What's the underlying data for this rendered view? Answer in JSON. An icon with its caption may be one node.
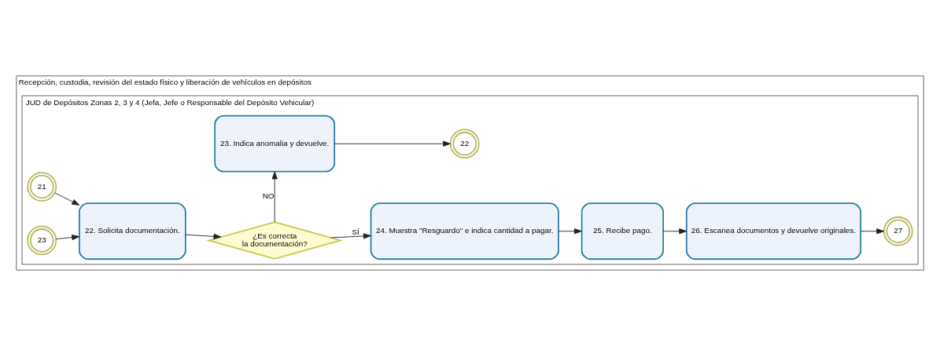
{
  "diagram": {
    "nodes": [
      {
        "text": [
          "Recepción, custodia, revisión del estado físico y liberación de vehículos en depósitos"
        ]
      },
      {
        "text": [
          "JUD de Depósitos Zonas 2, 3 y 4 (Jefa, Jefe o Responsable del Depósito Vehicular)"
        ],
        "in": 0
      },
      {
        "text": [
          "21"
        ],
        "in": 1
      },
      {
        "text": [
          "23"
        ],
        "in": 1
      },
      {
        "text": [
          "22. Solicita documentación."
        ],
        "in": 1
      },
      {
        "text": [
          "¿Es correcta la documentación?"
        ],
        "in": 1
      },
      {
        "text": [
          "24. Muestra \"Resguardo\" e indica cantidad a pagar."
        ],
        "in": 1
      },
      {
        "text": [
          "25. Recibe pago."
        ],
        "in": 1
      },
      {
        "text": [
          "26. Escanea documentos y devuelve originales."
        ],
        "in": 1
      },
      {
        "text": [
          "27"
        ],
        "in": 1
      },
      {
        "text": [
          "23. Indica anomalia y devuelve."
        ],
        "in": 1
      },
      {
        "text": [
          "22"
        ],
        "in": 1
      }
    ],
    "edges": [
      {
        "from": 2,
        "to": 4,
        "arrow": "to"
      },
      {
        "from": 3,
        "to": 4,
        "arrow": "to"
      },
      {
        "from": 4,
        "to": 5,
        "arrow": "to"
      },
      {
        "from": 5,
        "to": 6,
        "arrow": "to",
        "label": "SÍ"
      },
      {
        "from": 6,
        "to": 7,
        "arrow": "to"
      },
      {
        "from": 7,
        "to": 8,
        "arrow": "to"
      },
      {
        "from": 8,
        "to": 9,
        "arrow": "to"
      },
      {
        "from": 5,
        "to": 10,
        "arrow": "to",
        "label": "NO"
      },
      {
        "from": 10,
        "to": 11,
        "arrow": "to"
      }
    ]
  }
}
